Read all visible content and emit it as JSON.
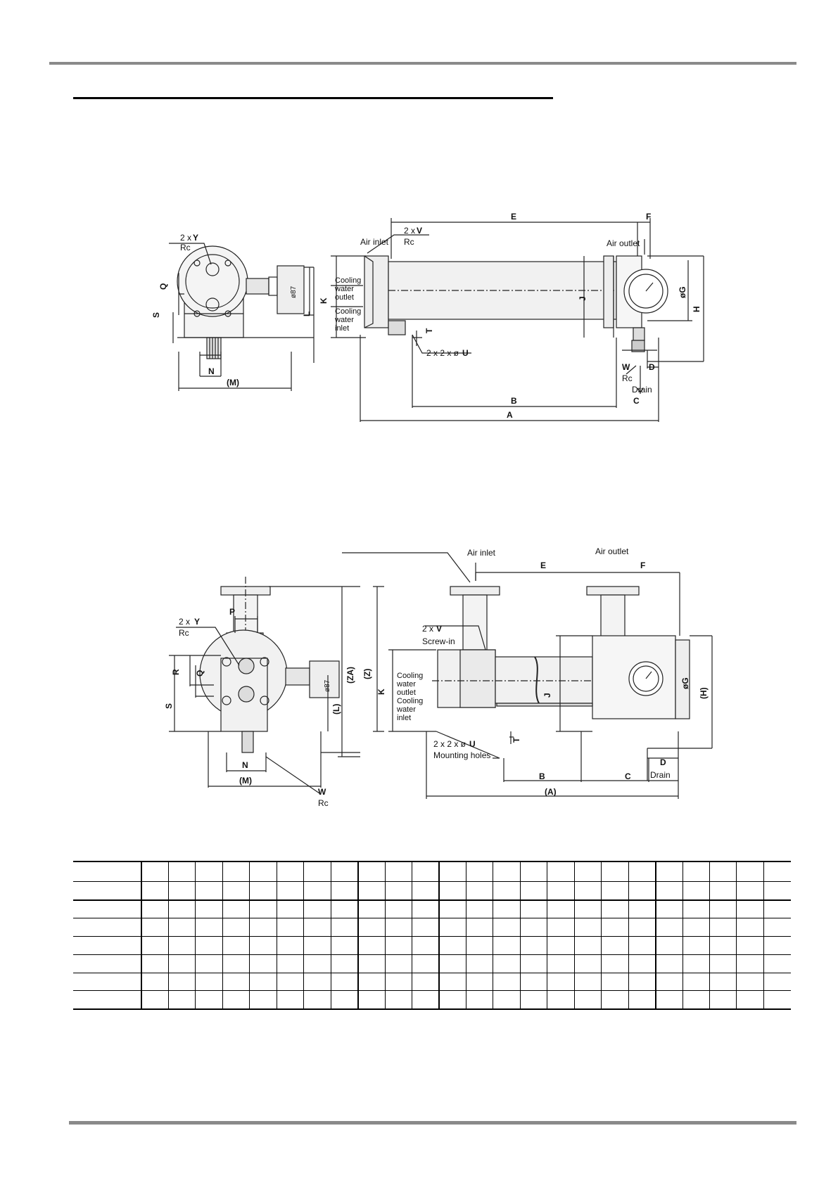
{
  "drawing1": {
    "side_labels": {
      "y_count": "2 x ",
      "y": "Y",
      "rc_y": "Rc",
      "q": "Q",
      "s": "S",
      "l": "L",
      "n": "N",
      "m": "(M)",
      "d87": "ø87"
    },
    "front_labels": {
      "e": "E",
      "f": "F",
      "v_count": "2 x ",
      "v": "V",
      "rc_v": "Rc",
      "air_inlet": "Air inlet",
      "air_outlet": "Air outlet",
      "k": "K",
      "cooling1": "Cooling",
      "water1": "water",
      "outlet": "outlet",
      "cooling2": "Cooling",
      "water2": "water",
      "inlet": "inlet",
      "j": "J",
      "g": "øG",
      "h": "H",
      "t": "T",
      "u_count": "2 x 2 x ø",
      "u": "U",
      "w": "W",
      "rc_w": "Rc",
      "d": "D",
      "drain": "Drain",
      "b": "B",
      "c": "C",
      "a": "A"
    }
  },
  "drawing2": {
    "side_labels": {
      "p": "P",
      "y_count": "2 x ",
      "y": "Y",
      "rc_y": "Rc",
      "r": "R",
      "q": "Q",
      "s": "S",
      "l": "(L)",
      "za": "(ZA)",
      "d87": "ø87",
      "n": "N",
      "m": "(M)",
      "w": "W",
      "rc_w": "Rc"
    },
    "front_labels": {
      "air_inlet": "Air inlet",
      "air_outlet": "Air outlet",
      "e": "E",
      "f": "F",
      "z": "(Z)",
      "k": "K",
      "v_count": "2 x ",
      "v": "V",
      "screw_in": "Screw-in",
      "cooling1": "Cooling",
      "water1": "water",
      "outlet": "outlet",
      "cooling2": "Cooling",
      "water2": "water",
      "inlet": "inlet",
      "j": "J",
      "g": "øG",
      "h": "(H)",
      "t": "T",
      "u_count": "2 x 2 x ø",
      "u": "U",
      "mounting": "Mounting holes",
      "d": "D",
      "drain": "Drain",
      "b": "B",
      "c": "C",
      "a": "(A)"
    }
  },
  "table": {
    "rows": 8,
    "cols": 25
  }
}
